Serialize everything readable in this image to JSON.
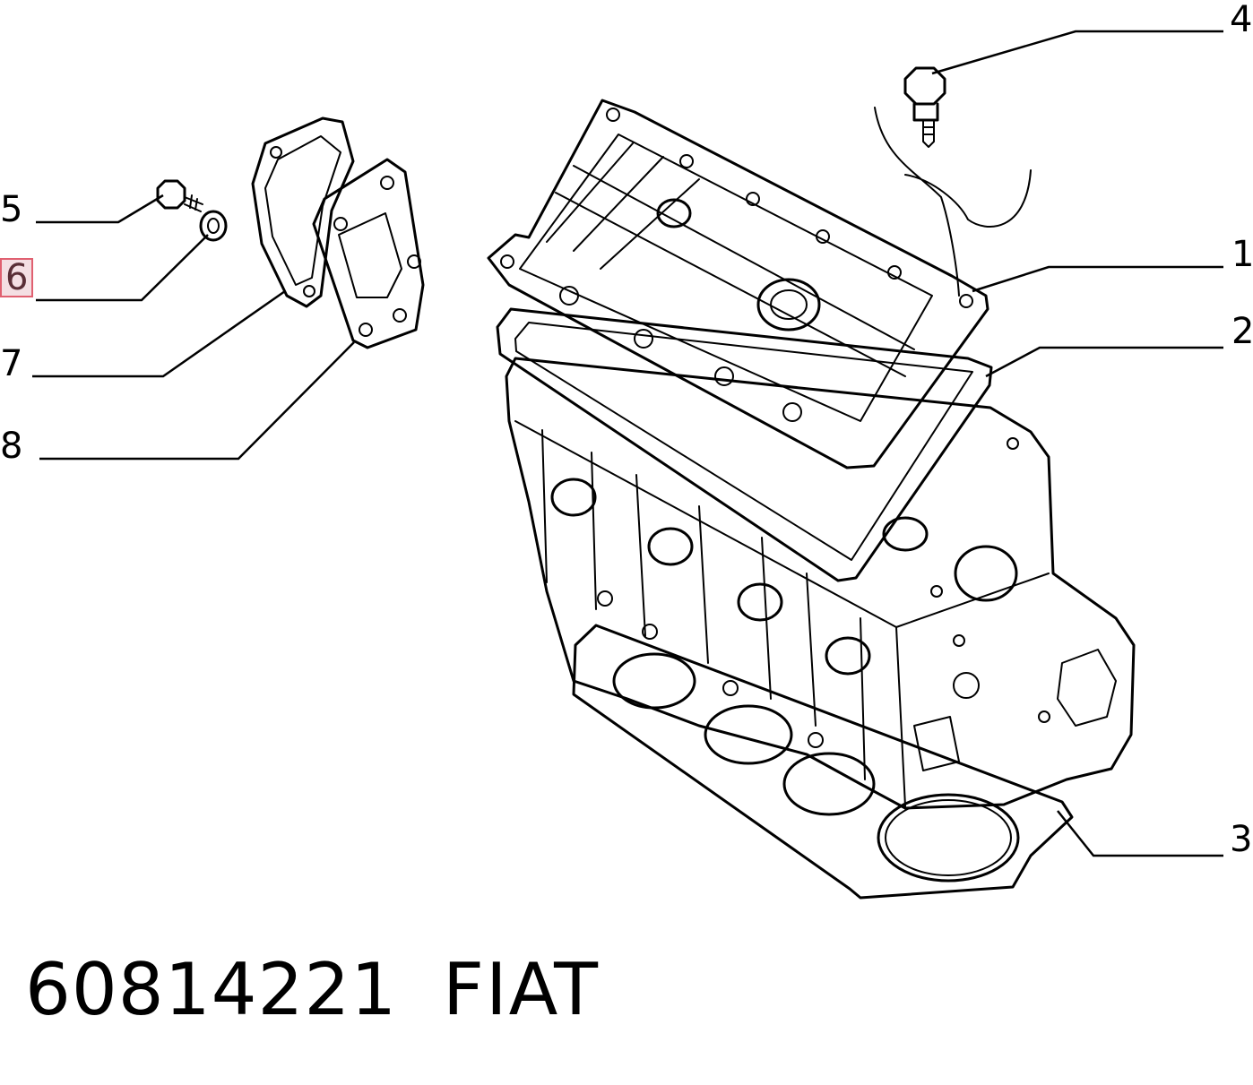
{
  "callouts": [
    {
      "id": "1",
      "label": "1"
    },
    {
      "id": "2",
      "label": "2"
    },
    {
      "id": "3",
      "label": "3"
    },
    {
      "id": "4",
      "label": "4"
    },
    {
      "id": "5",
      "label": "5"
    },
    {
      "id": "6",
      "label": "6",
      "highlighted": true
    },
    {
      "id": "7",
      "label": "7"
    },
    {
      "id": "8",
      "label": "8"
    }
  ],
  "footer": {
    "part_number": "60814221",
    "brand": "FIAT"
  },
  "colors": {
    "highlight_fill": "#f4dfe3",
    "highlight_border": "#e06070",
    "ink": "#000000"
  }
}
